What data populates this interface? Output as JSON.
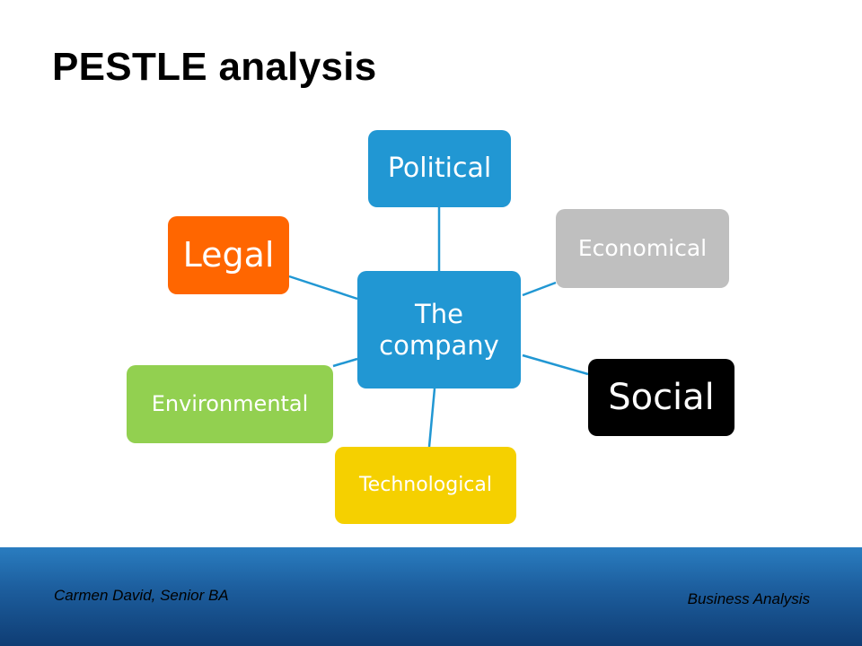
{
  "slide": {
    "title": "PESTLE analysis"
  },
  "diagram": {
    "center": {
      "label": "The company",
      "color": "#2197d3"
    },
    "nodes": [
      {
        "id": "political",
        "label": "Political",
        "color": "#2197d3"
      },
      {
        "id": "economical",
        "label": "Economical",
        "color": "#bfbfbf"
      },
      {
        "id": "social",
        "label": "Social",
        "color": "#000000"
      },
      {
        "id": "technological",
        "label": "Technological",
        "color": "#f5d000"
      },
      {
        "id": "environmental",
        "label": "Environmental",
        "color": "#92d050"
      },
      {
        "id": "legal",
        "label": "Legal",
        "color": "#ff6600"
      }
    ],
    "connector_color": "#2197d3"
  },
  "footer": {
    "left_text": "Carmen David, Senior BA",
    "right_text": "Business Analysis"
  }
}
